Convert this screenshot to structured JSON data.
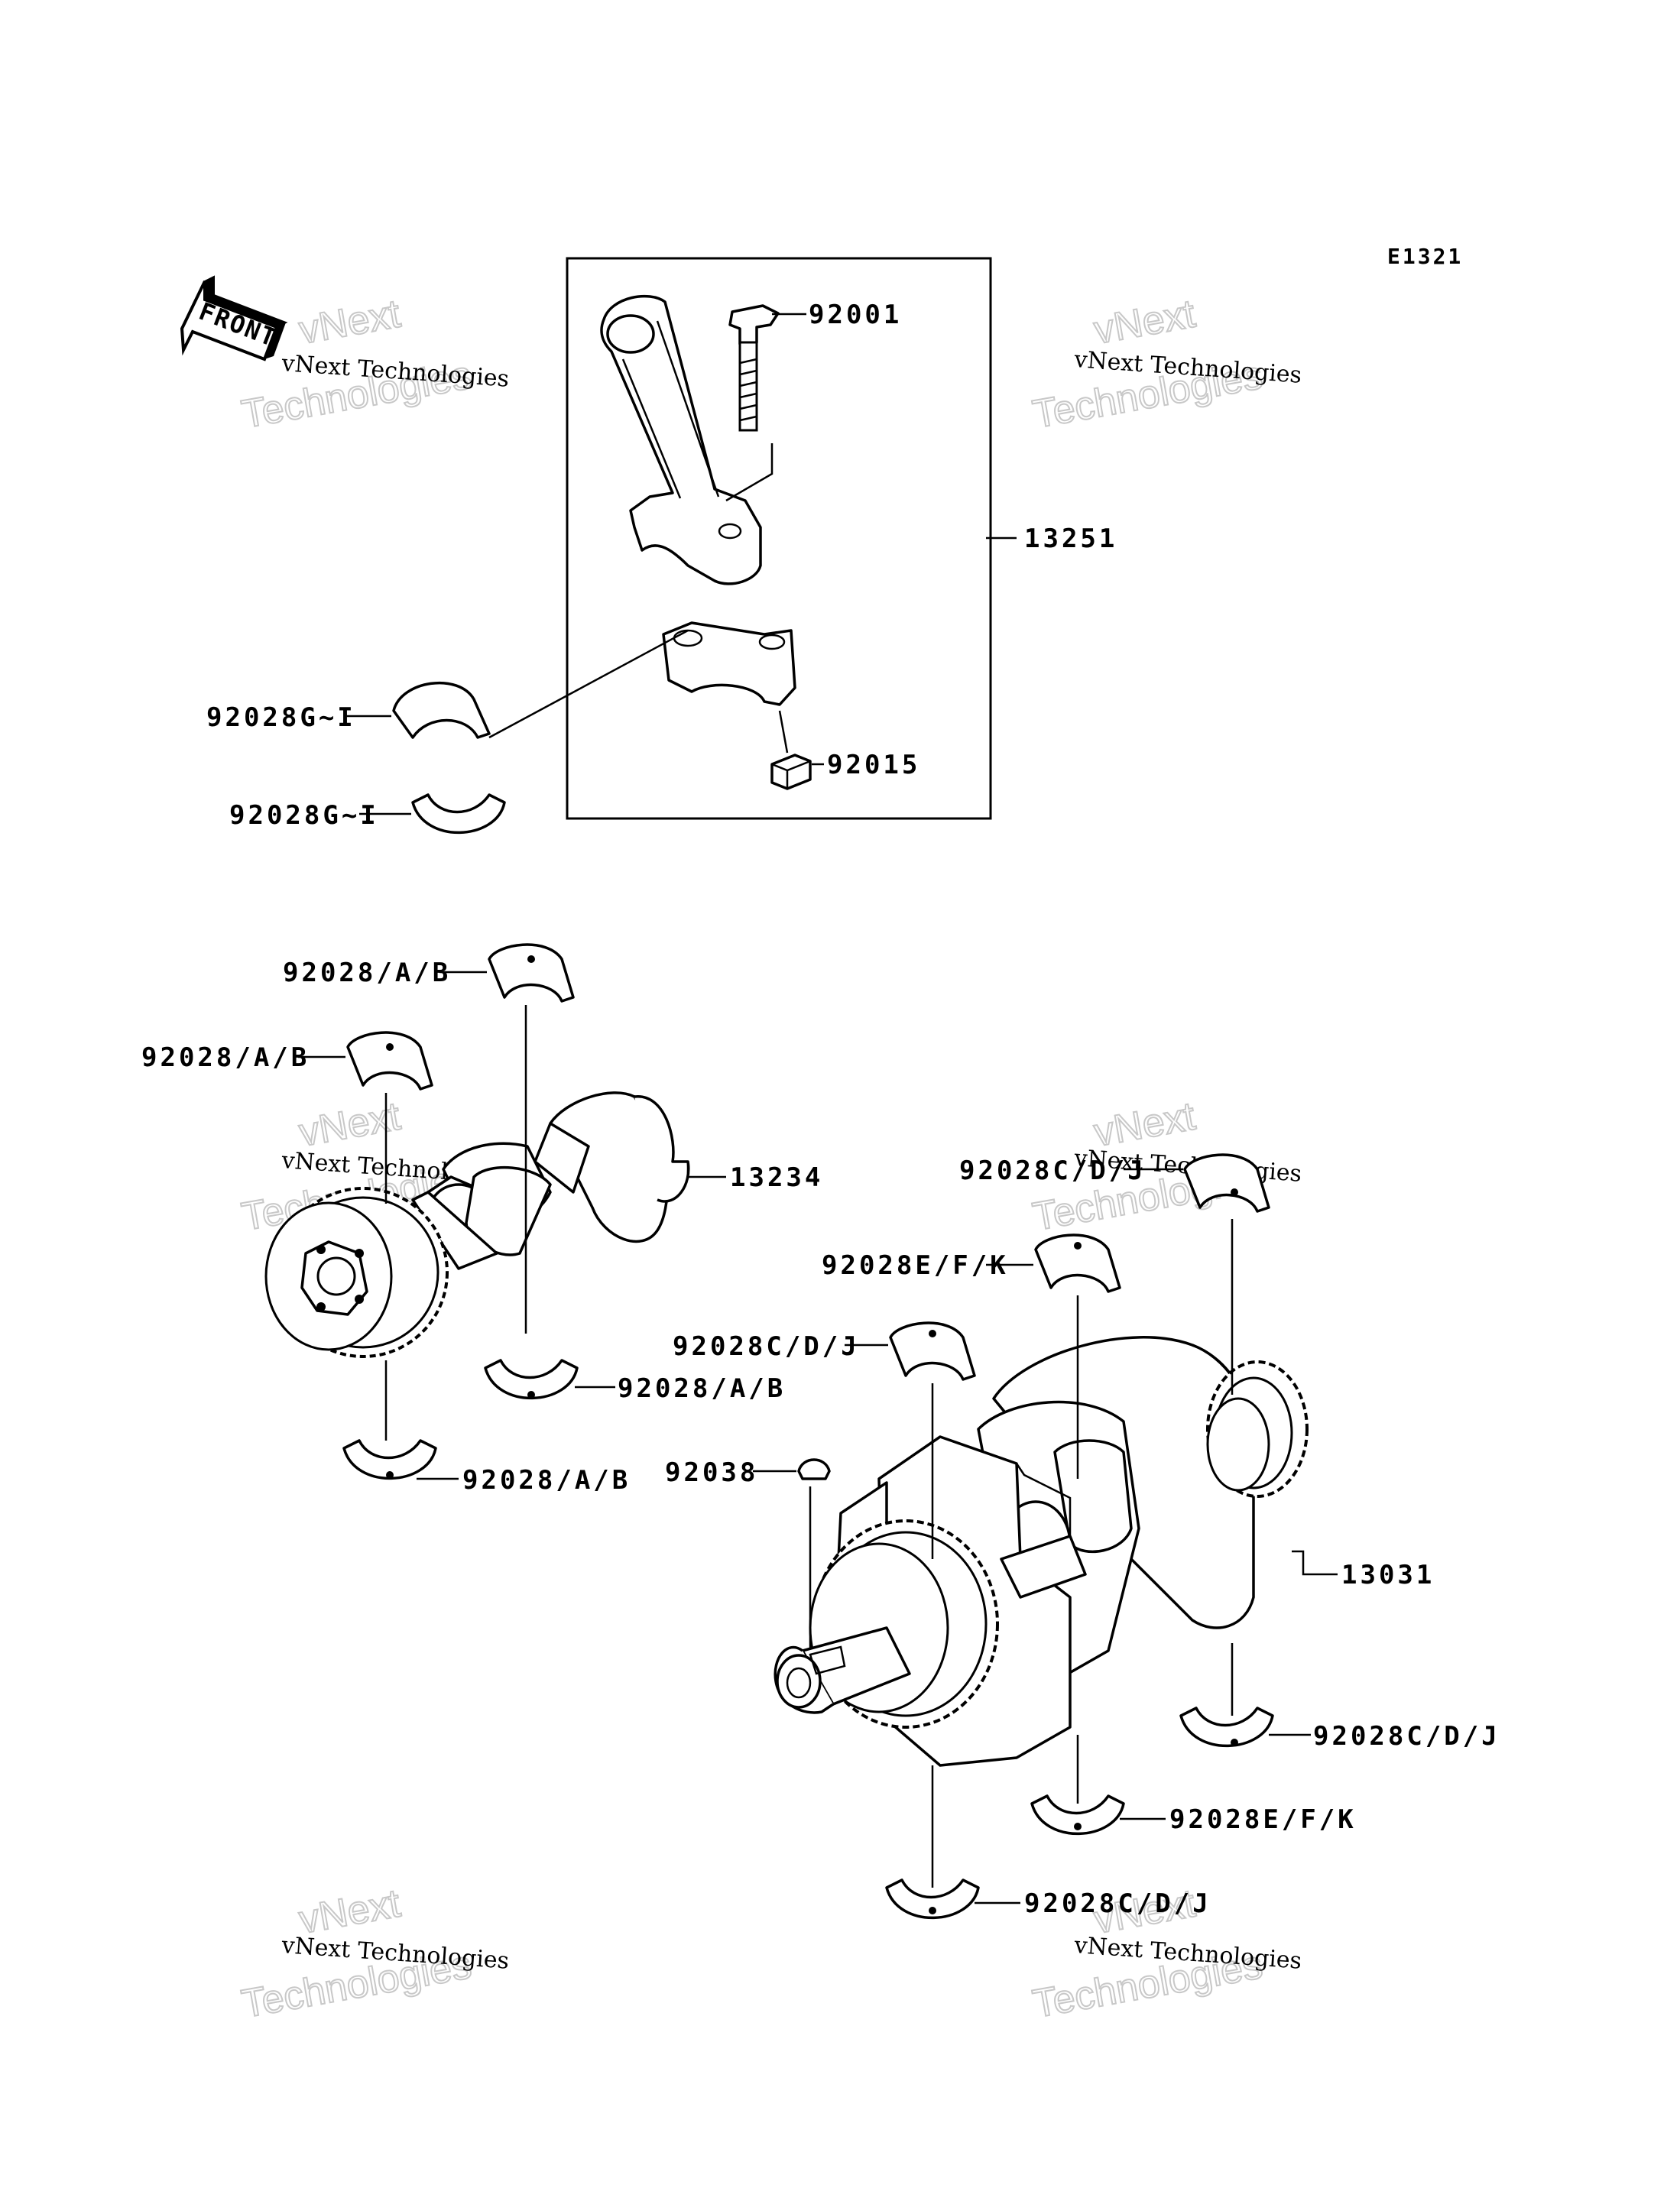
{
  "diagram": {
    "code": "E1321",
    "front_arrow_label": "FRONT",
    "watermark": {
      "line1": "vNext Technologies",
      "line2": "vNext",
      "line3": "Technologies"
    },
    "labels": {
      "bolt": "92001",
      "conrod_assy": "13251",
      "nut": "92015",
      "conrod_bearing_upper": "92028G~I",
      "conrod_bearing_lower": "92028G~I",
      "balancer_bearing_1": "92028/A/B",
      "balancer_bearing_2": "92028/A/B",
      "balancer_bearing_3": "92028/A/B",
      "balancer_bearing_4": "92028/A/B",
      "balancer_shaft": "13234",
      "crank_bearing_1": "92028C/D/J",
      "crank_bearing_2": "92028E/F/K",
      "crank_bearing_3": "92028C/D/J",
      "key": "92038",
      "crankshaft": "13031",
      "crank_bearing_4": "92028C/D/J",
      "crank_bearing_5": "92028E/F/K",
      "crank_bearing_6": "92028C/D/J"
    }
  }
}
